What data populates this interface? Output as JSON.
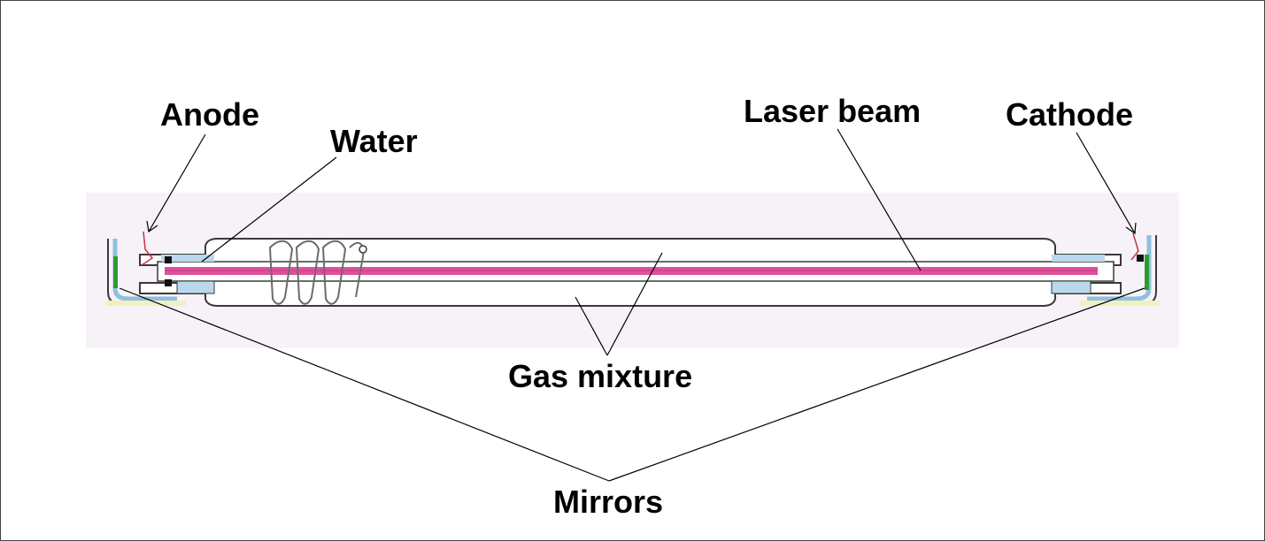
{
  "labels": {
    "anode": "Anode",
    "water": "Water",
    "laser_beam": "Laser beam",
    "cathode": "Cathode",
    "gas_mixture": "Gas mixture",
    "mirrors": "Mirrors"
  },
  "colors": {
    "background_panel": "#f7f2f8",
    "tube_outline": "#3a3a3a",
    "laser_beam": "#e0509a",
    "water_jacket": "#b9d8ec",
    "mirror": "#2e9a2e",
    "electrode_wire": "#cc3344",
    "leader_line": "#000000"
  }
}
